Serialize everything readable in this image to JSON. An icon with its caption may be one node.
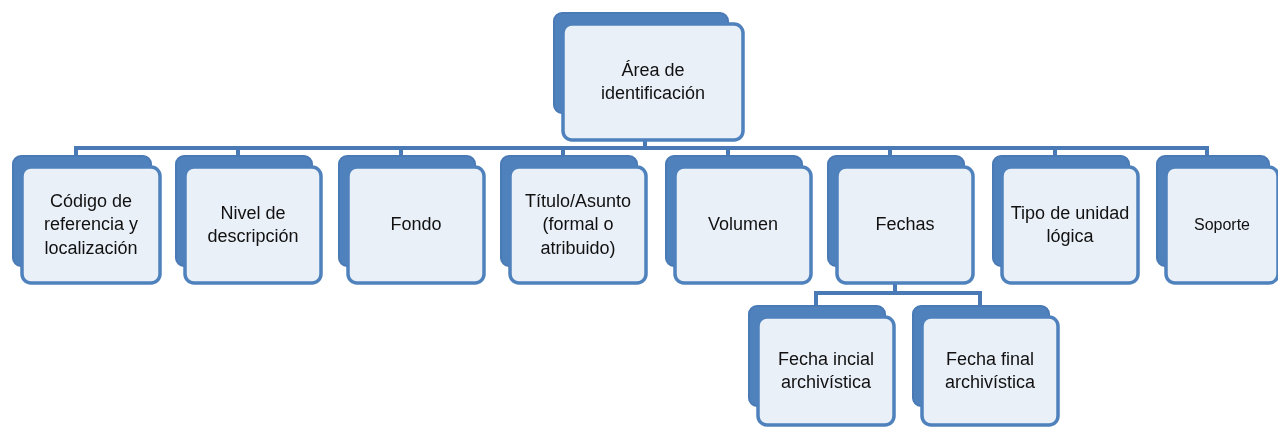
{
  "diagram": {
    "nodes": [
      {
        "text": [
          "Área de identificación"
        ]
      },
      {
        "text": [
          "Código de referencia y localización"
        ]
      },
      {
        "text": [
          "Nivel de descripción"
        ]
      },
      {
        "text": [
          "Fondo"
        ]
      },
      {
        "text": [
          "Título/Asunto (formal o atribuido)"
        ]
      },
      {
        "text": [
          "Volumen"
        ]
      },
      {
        "text": [
          "Fechas"
        ]
      },
      {
        "text": [
          "Tipo de unidad lógica"
        ]
      },
      {
        "text": [
          "Soporte"
        ]
      },
      {
        "text": [
          "Fecha incial archivística"
        ]
      },
      {
        "text": [
          "Fecha final archivística"
        ]
      }
    ],
    "edges": [
      {
        "from": 0,
        "to": 1,
        "arrow": "none"
      },
      {
        "from": 0,
        "to": 2,
        "arrow": "none"
      },
      {
        "from": 0,
        "to": 3,
        "arrow": "none"
      },
      {
        "from": 0,
        "to": 4,
        "arrow": "none"
      },
      {
        "from": 0,
        "to": 5,
        "arrow": "none"
      },
      {
        "from": 0,
        "to": 6,
        "arrow": "none"
      },
      {
        "from": 0,
        "to": 7,
        "arrow": "none"
      },
      {
        "from": 0,
        "to": 8,
        "arrow": "none"
      },
      {
        "from": 6,
        "to": 9,
        "arrow": "none"
      },
      {
        "from": 6,
        "to": 10,
        "arrow": "none"
      }
    ]
  }
}
